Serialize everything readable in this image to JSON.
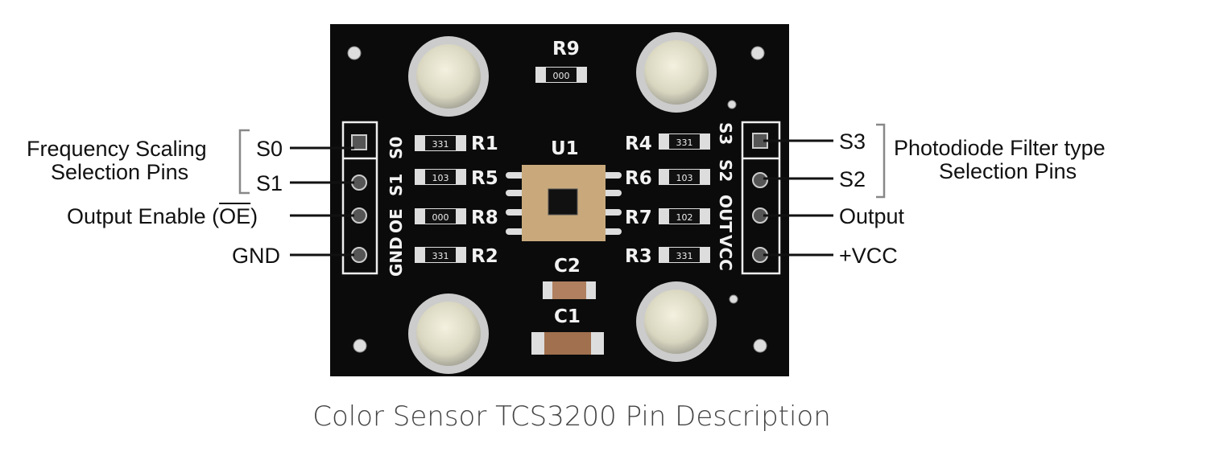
{
  "board": {
    "silkscreen_left": [
      "GND",
      "OE",
      "S1",
      "S0"
    ],
    "silkscreen_right": [
      "S3",
      "S2",
      "OUT",
      "VCC"
    ],
    "components": {
      "R1": "R1",
      "R2": "R2",
      "R3": "R3",
      "R4": "R4",
      "R5": "R5",
      "R6": "R6",
      "R7": "R7",
      "R8": "R8",
      "R9": "R9",
      "U1": "U1",
      "C1": "C1",
      "C2": "C2"
    },
    "resistor_codes": {
      "R1": "331",
      "R5": "103",
      "R8": "000",
      "R2": "331",
      "R4": "331",
      "R6": "103",
      "R7": "102",
      "R3": "331",
      "R9": "000"
    }
  },
  "left_labels": {
    "group_line1": "Frequency Scaling",
    "group_line2": "Selection Pins",
    "s0": "S0",
    "s1": "S1",
    "oe_prefix": "Output Enable (",
    "oe_bar": "OE",
    "oe_suffix": ")",
    "gnd": "GND"
  },
  "right_labels": {
    "group_line1": "Photodiode Filter type",
    "group_line2": "Selection Pins",
    "s3": "S3",
    "s2": "S2",
    "output": "Output",
    "vcc": "+VCC"
  },
  "caption": "Color Sensor TCS3200 Pin Description"
}
